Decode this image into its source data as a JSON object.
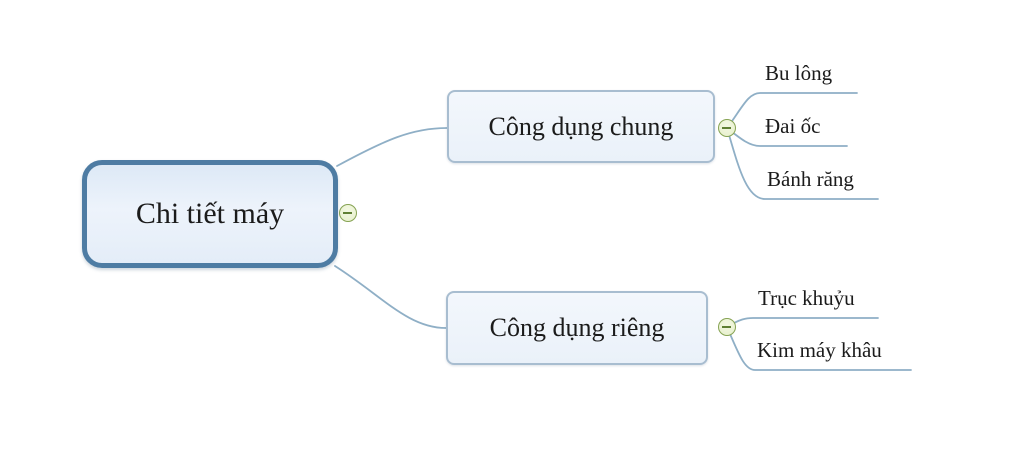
{
  "diagram": {
    "type": "mind-map",
    "root": {
      "label": "Chi tiết máy"
    },
    "branches": [
      {
        "label": "Công dụng chung",
        "children": [
          {
            "label": "Bu lông"
          },
          {
            "label": "Đai ốc"
          },
          {
            "label": "Bánh răng"
          }
        ]
      },
      {
        "label": "Công dụng riêng",
        "children": [
          {
            "label": "Trục khuỷu"
          },
          {
            "label": "Kim máy khâu"
          }
        ]
      }
    ],
    "icons": {
      "collapse": "minus-circle-icon"
    },
    "colors": {
      "background": "#ffffff",
      "root_border": "#4e7ca3",
      "root_fill": "#e8eff8",
      "branch_border": "#a8bdd0",
      "branch_fill": "#eef3fa",
      "connector_line": "#8fafc6",
      "collapse_fill": "#e9f1d2",
      "collapse_border": "#86a353",
      "text": "#1b1b1b"
    }
  }
}
